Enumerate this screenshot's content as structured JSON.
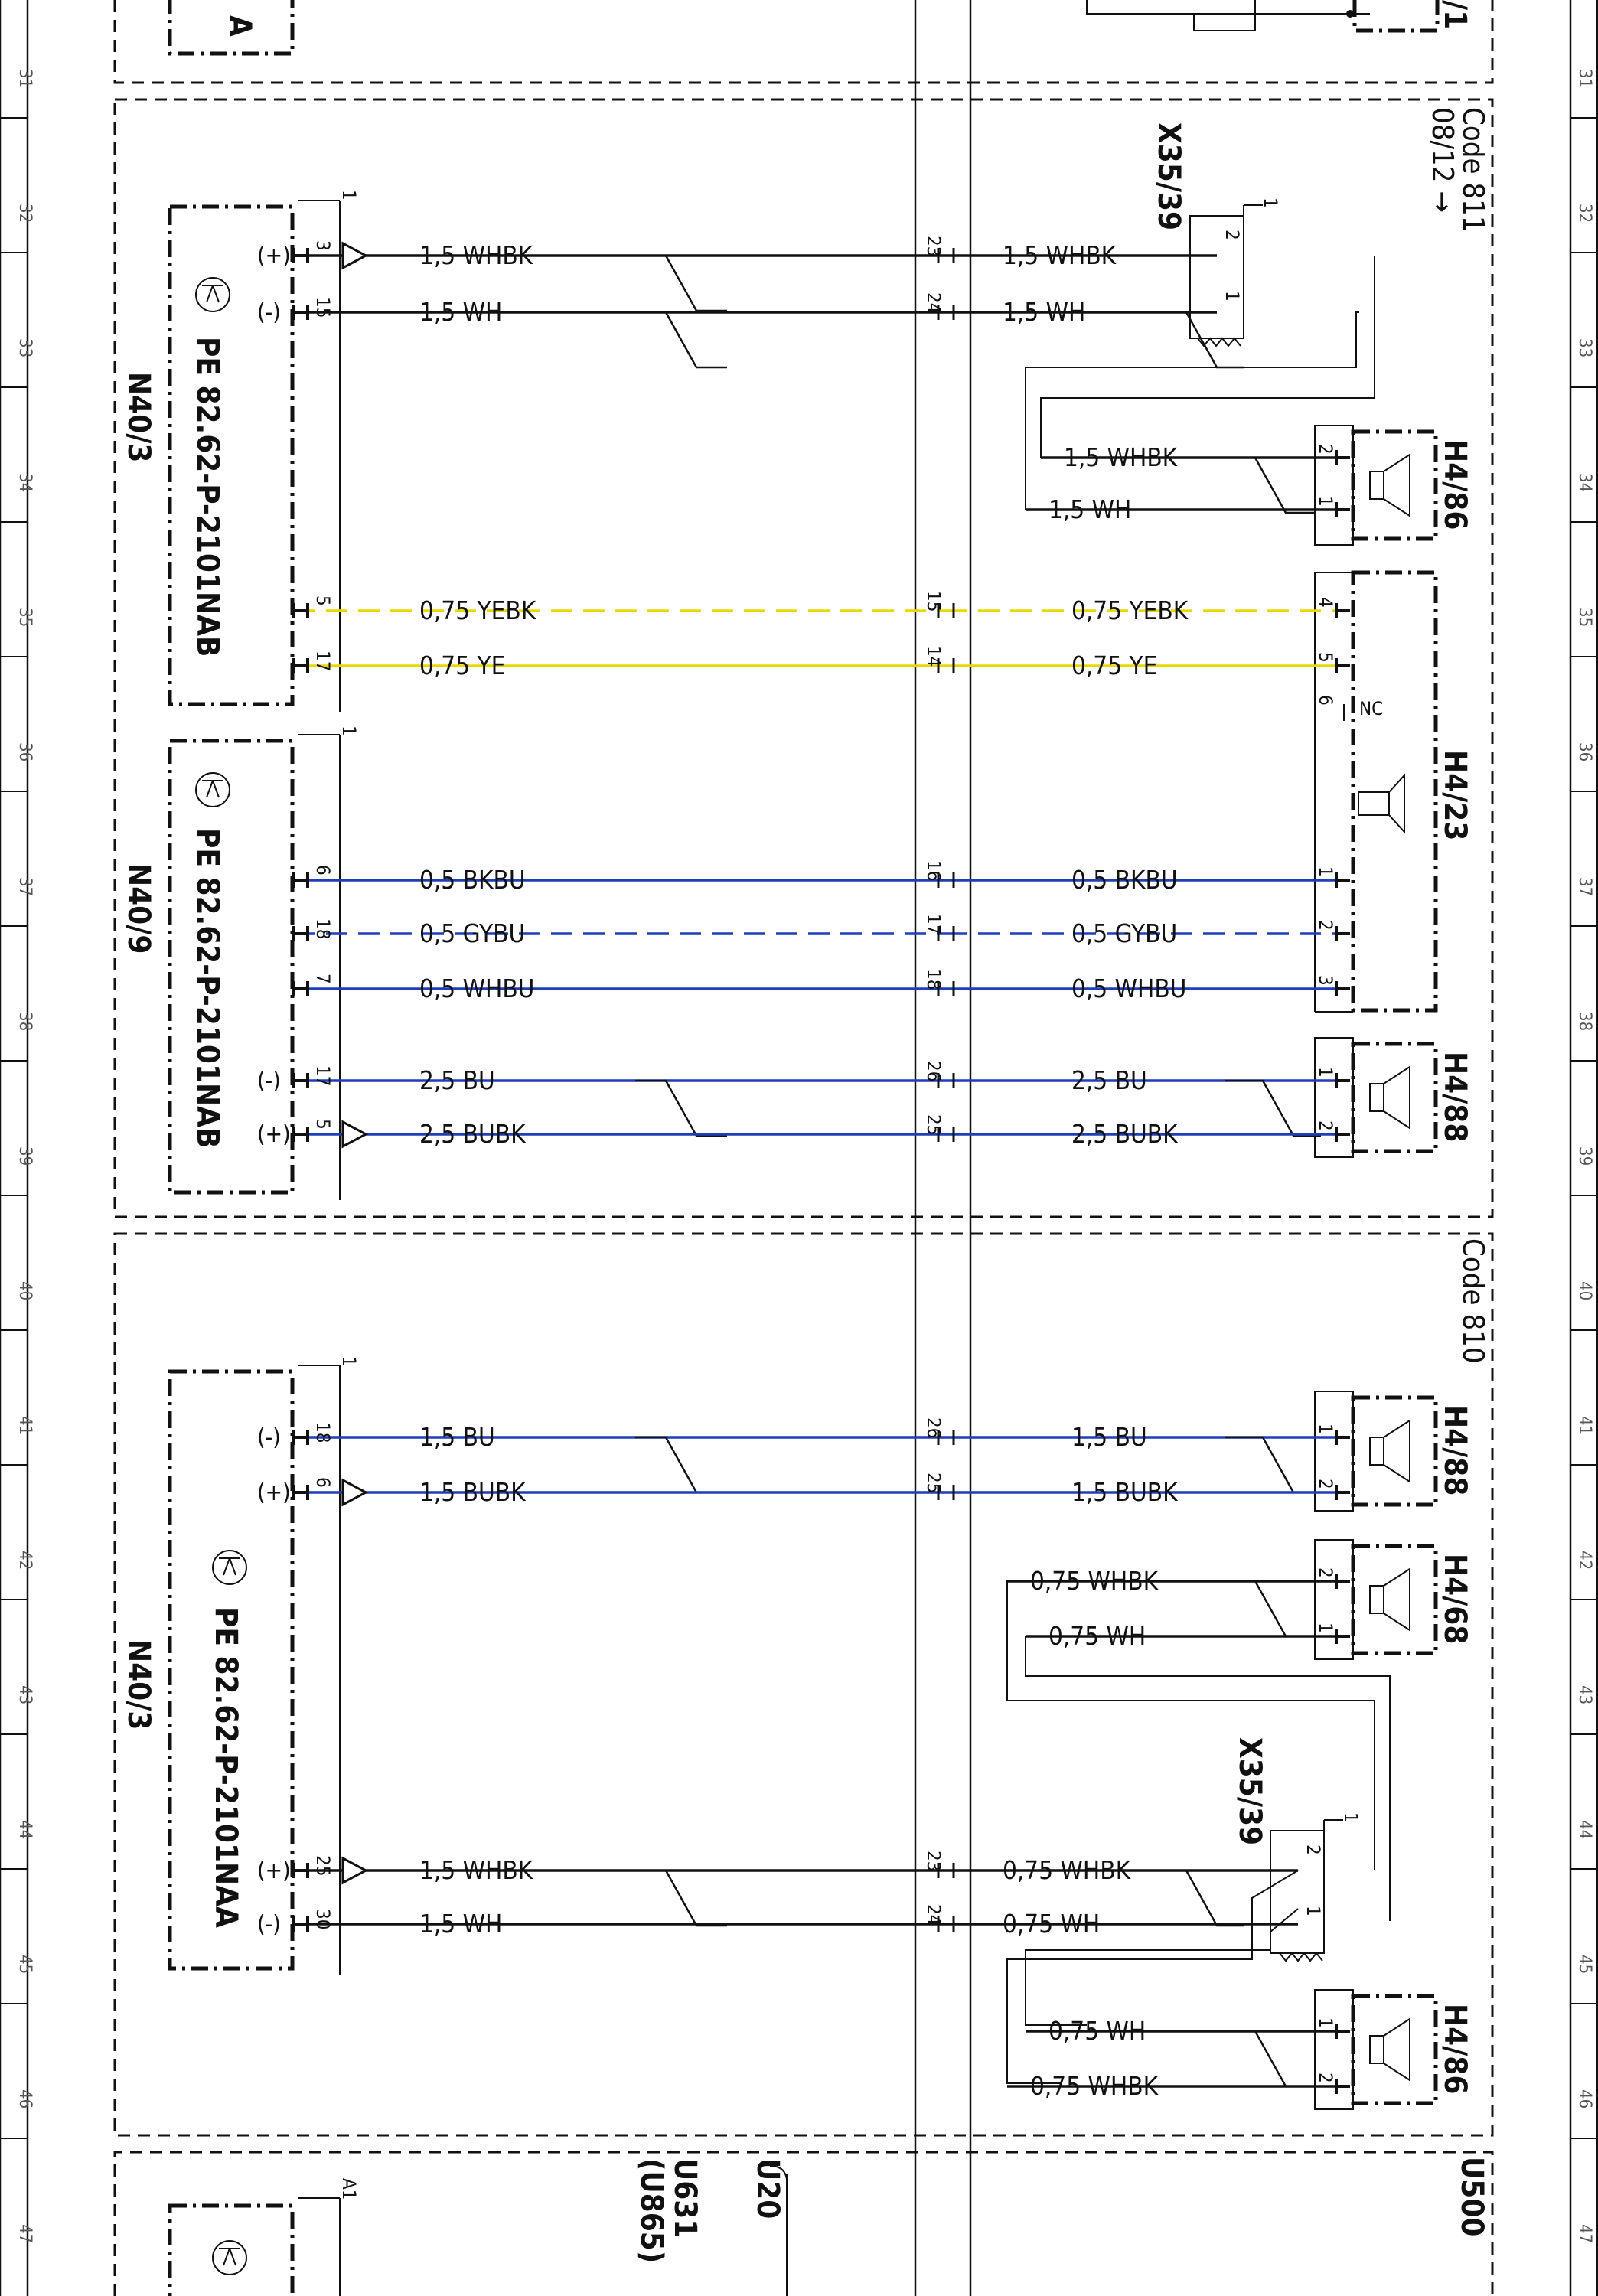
{
  "ruler": {
    "rows": [
      "31",
      "32",
      "33",
      "34",
      "35",
      "36",
      "37",
      "38",
      "39",
      "40",
      "41",
      "42",
      "43",
      "44",
      "45",
      "46",
      "47"
    ]
  },
  "codes": {
    "code811": "Code 811",
    "code811_date": "08/12 →",
    "code810": "Code 810",
    "u500": "U500",
    "u20": "U20",
    "u631": "U631",
    "u865": "(U865)"
  },
  "components": {
    "n40_3_top": "N40/3",
    "n40_9": "N40/9",
    "n40_3_bottom": "N40/3",
    "pe_top": "PE 82.62-P-2101NAB",
    "pe_mid": "PE 82.62-P-2101NAB",
    "pe_bottom": "PE 82.62-P-2101NAA",
    "x35_39_top": "X35/39",
    "x35_39_bottom": "X35/39",
    "h4_86_top": "H4/86",
    "h4_23": "H4/23",
    "h4_88_top": "H4/88",
    "h4_88_bottom": "H4/88",
    "h4_68": "H4/68",
    "h4_86_bottom": "H4/86",
    "nc": "NC",
    "a1": "A1"
  },
  "wires": [
    {
      "left": "1,5 WHBK",
      "right": "1,5 WHBK",
      "pin_a": "3",
      "pin_b": "23",
      "sign": "(+)",
      "color": "#111111"
    },
    {
      "left": "1,5 WH",
      "right": "1,5 WH",
      "pin_a": "15",
      "pin_b": "24",
      "sign": "(-)",
      "color": "#111111"
    },
    {
      "left": "",
      "right": "1,5 WHBK",
      "pin_a": "",
      "pin_b": "2",
      "sign": "",
      "color": "#111111"
    },
    {
      "left": "",
      "right": "1,5 WH",
      "pin_a": "",
      "pin_b": "1",
      "sign": "",
      "color": "#111111"
    },
    {
      "left": "0,75 YEBK",
      "right": "0,75 YEBK",
      "pin_a": "5",
      "pin_b": "15",
      "pin_c": "4",
      "sign": "",
      "color": "#e8d800"
    },
    {
      "left": "0,75 YE",
      "right": "0,75 YE",
      "pin_a": "17",
      "pin_b": "14",
      "pin_c": "5",
      "sign": "",
      "color": "#e8d800"
    },
    {
      "left": "0,5 BKBU",
      "right": "0,5 BKBU",
      "pin_a": "6",
      "pin_b": "16",
      "pin_c": "1",
      "sign": "",
      "color": "#1f3fb8"
    },
    {
      "left": "0,5 GYBU",
      "right": "0,5 GYBU",
      "pin_a": "18",
      "pin_b": "17",
      "pin_c": "2",
      "sign": "",
      "color": "#1f3fb8"
    },
    {
      "left": "0,5 WHBU",
      "right": "0,5 WHBU",
      "pin_a": "7",
      "pin_b": "18",
      "pin_c": "3",
      "sign": "",
      "color": "#1f3fb8"
    },
    {
      "left": "2,5 BU",
      "right": "2,5 BU",
      "pin_a": "17",
      "pin_b": "26",
      "pin_c": "1",
      "sign": "(-)",
      "color": "#1f3fb8"
    },
    {
      "left": "2,5 BUBK",
      "right": "2,5 BUBK",
      "pin_a": "5",
      "pin_b": "25",
      "pin_c": "2",
      "sign": "(+)",
      "color": "#1f3fb8"
    },
    {
      "left": "1,5 BU",
      "right": "1,5 BU",
      "pin_a": "18",
      "pin_b": "26",
      "pin_c": "1",
      "sign": "(-)",
      "color": "#1f3fb8"
    },
    {
      "left": "1,5 BUBK",
      "right": "1,5 BUBK",
      "pin_a": "6",
      "pin_b": "25",
      "pin_c": "2",
      "sign": "(+)",
      "color": "#1f3fb8"
    },
    {
      "left": "",
      "right": "0,75 WHBK",
      "pin_a": "",
      "pin_b": "2",
      "sign": "",
      "color": "#111111"
    },
    {
      "left": "",
      "right": "0,75 WH",
      "pin_a": "",
      "pin_b": "1",
      "sign": "",
      "color": "#111111"
    },
    {
      "left": "1,5 WHBK",
      "right": "0,75 WHBK",
      "pin_a": "25",
      "pin_b": "23",
      "sign": "(+)",
      "color": "#111111"
    },
    {
      "left": "1,5 WH",
      "right": "0,75 WH",
      "pin_a": "30",
      "pin_b": "24",
      "sign": "(-)",
      "color": "#111111"
    },
    {
      "left": "",
      "right": "0,75 WH",
      "pin_a": "",
      "pin_b": "1",
      "sign": "",
      "color": "#111111"
    },
    {
      "left": "",
      "right": "0,75 WHBK",
      "pin_a": "",
      "pin_b": "2",
      "sign": "",
      "color": "#111111"
    }
  ],
  "pins": {
    "n40_top_1": "1",
    "n40_mid_1": "1",
    "n40_bot_1": "1",
    "x35_top_pin1": "1",
    "x35_top_pin2": "2",
    "x35_bot_pin1": "1",
    "x35_bot_pin2": "2",
    "h4_23_pin6": "6"
  }
}
